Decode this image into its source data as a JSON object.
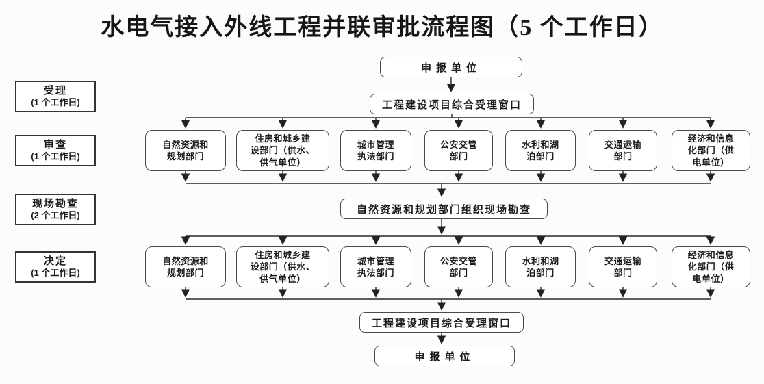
{
  "title": "水电气接入外线工程并联审批流程图（5 个工作日）",
  "stages": [
    {
      "name": "受理",
      "duration": "(1 个工作日)"
    },
    {
      "name": "审查",
      "duration": "(1 个工作日)"
    },
    {
      "name": "现场勘查",
      "duration": "(2 个工作日)"
    },
    {
      "name": "决定",
      "duration": "(1 个工作日)"
    }
  ],
  "flow": {
    "applicant_top": "申报单位",
    "intake_window_top": "工程建设项目综合受理窗口",
    "site_survey": "自然资源和规划部门组织现场勘查",
    "intake_window_bottom": "工程建设项目综合受理窗口",
    "applicant_bottom": "申报单位"
  },
  "departments": [
    "自然资源和\n规划部门",
    "住房和城乡建\n设部门（供水、\n供气单位）",
    "城市管理\n执法部门",
    "公安交管\n部门",
    "水利和湖\n泊部门",
    "交通运输\n部门",
    "经济和信息\n化部门（供\n电单位）"
  ],
  "colors": {
    "line": "#2a2a2a",
    "box_border": "#4a4a4a",
    "stage_border": "#333333",
    "text": "#1c1c1c",
    "background": "#fcfcfb"
  }
}
